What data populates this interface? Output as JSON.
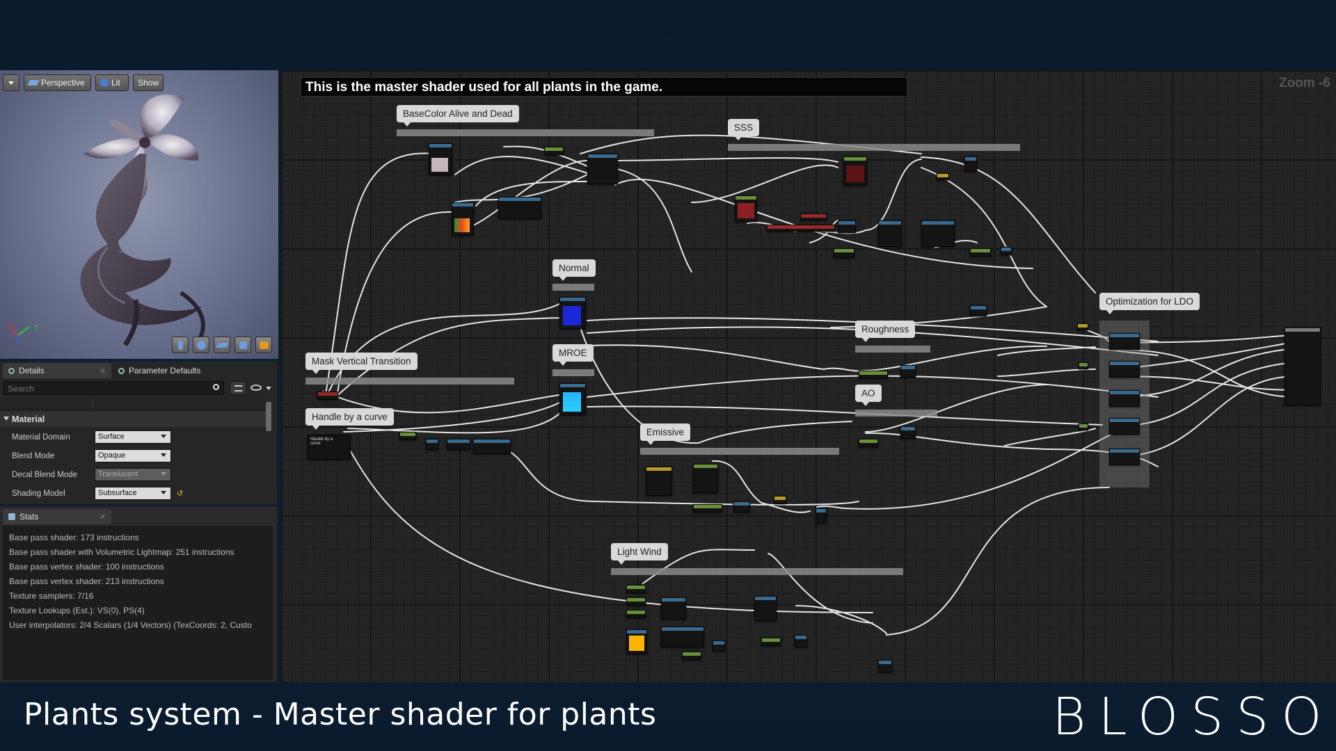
{
  "viewport": {
    "buttons": [
      {
        "label": "Perspective"
      },
      {
        "label": "Lit"
      },
      {
        "label": "Show"
      }
    ],
    "axis_labels": {
      "x": "X",
      "y": "Y"
    }
  },
  "details": {
    "tabs": [
      {
        "label": "Details"
      },
      {
        "label": "Parameter Defaults"
      }
    ],
    "search_placeholder": "Search",
    "section_title": "Material",
    "properties": [
      {
        "label": "Material Domain",
        "value": "Surface",
        "enabled": true
      },
      {
        "label": "Blend Mode",
        "value": "Opaque",
        "enabled": true
      },
      {
        "label": "Decal Blend Mode",
        "value": "Translucent",
        "enabled": false
      },
      {
        "label": "Shading Model",
        "value": "Subsurface",
        "enabled": true
      }
    ]
  },
  "stats": {
    "tab_label": "Stats",
    "lines": [
      "Base pass shader: 173 instructions",
      "Base pass shader with Volumetric Lightmap: 251 instructions",
      "Base pass vertex shader: 100 instructions",
      "Base pass vertex shader: 213 instructions",
      "Texture samplers: 7/16",
      "Texture Lookups (Est.): VS(0), PS(4)",
      "User interpolators: 2/4 Scalars (1/4 Vectors) (TexCoords: 2, Custo"
    ]
  },
  "graph": {
    "header_comment": "This is the master shader used for all plants in the game.",
    "zoom_label": "Zoom -6",
    "comments": [
      {
        "id": "basecolor",
        "label": "BaseColor Alive and Dead"
      },
      {
        "id": "sss",
        "label": "SSS"
      },
      {
        "id": "normal",
        "label": "Normal"
      },
      {
        "id": "mroe",
        "label": "MROE"
      },
      {
        "id": "mask",
        "label": "Mask Vertical Transition"
      },
      {
        "id": "handle",
        "label": "Handle by a curve"
      },
      {
        "id": "roughness",
        "label": "Roughness"
      },
      {
        "id": "ao",
        "label": "AO"
      },
      {
        "id": "emissive",
        "label": "Emissive"
      },
      {
        "id": "lightwind",
        "label": "Light Wind"
      },
      {
        "id": "optim",
        "label": "Optimization for LDO"
      }
    ],
    "handle_node_text": "Handle by a curve"
  },
  "footer": {
    "title": "Plants system - Master shader for plants",
    "logo": "BLOSSOM"
  },
  "colors": {
    "background": "#0c1f33",
    "graph_bg": "#242424",
    "wire": "#e8e8e8",
    "node_header_green": "#6a8f3a",
    "node_header_blue": "#3b6a8f",
    "node_header_red": "#9a2a2a",
    "node_header_yellow": "#b59c2a",
    "texture_normal": "#1c27d6",
    "texture_mroe": "#2ad0ff",
    "swatch_yellow": "#ffb400",
    "swatch_red": "#8a2024"
  }
}
